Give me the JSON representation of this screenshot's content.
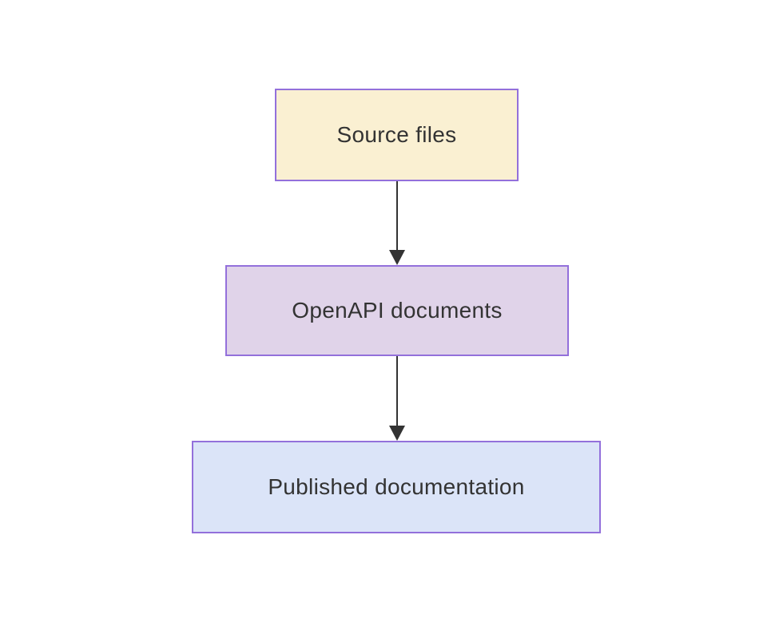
{
  "diagram": {
    "type": "flowchart",
    "direction": "top-down",
    "background": "#ffffff",
    "nodes": [
      {
        "id": "source-files",
        "label": "Source files",
        "fill": "#faf0d2",
        "border": "#9370db",
        "text_color": "#333333"
      },
      {
        "id": "openapi-documents",
        "label": "OpenAPI documents",
        "fill": "#e0d3e9",
        "border": "#9370db",
        "text_color": "#333333"
      },
      {
        "id": "published-documentation",
        "label": "Published documentation",
        "fill": "#dbe4f8",
        "border": "#9370db",
        "text_color": "#333333"
      }
    ],
    "edges": [
      {
        "from": "Source files",
        "to": "OpenAPI documents",
        "color": "#333333",
        "style": "solid",
        "arrowhead": "filled-triangle-down"
      },
      {
        "from": "OpenAPI documents",
        "to": "Published documentation",
        "color": "#333333",
        "style": "solid",
        "arrowhead": "filled-triangle-down"
      }
    ]
  }
}
